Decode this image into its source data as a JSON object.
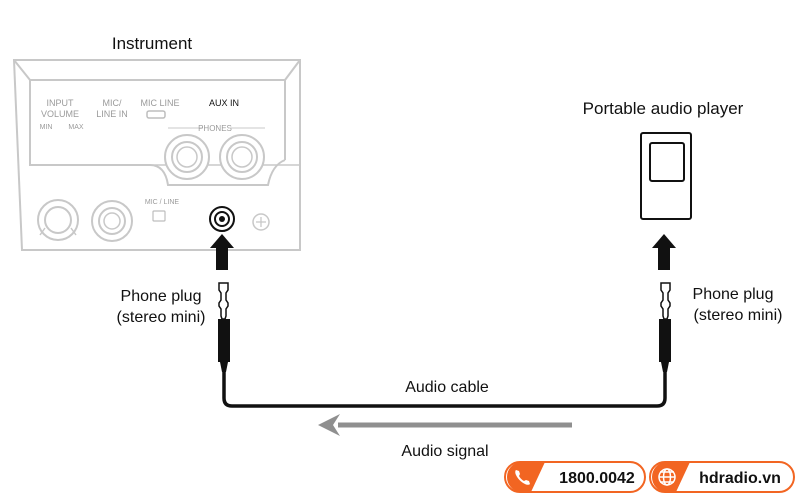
{
  "labels": {
    "instrument": "Instrument",
    "player": "Portable audio player",
    "plug_left": [
      "Phone plug",
      "(stereo mini)"
    ],
    "plug_right": [
      "Phone plug",
      "(stereo mini)"
    ],
    "cable": "Audio cable",
    "signal": "Audio signal"
  },
  "panel": {
    "input_volume": [
      "INPUT",
      "VOLUME"
    ],
    "min": "MIN",
    "max": "MAX",
    "mic_line_in": [
      "MIC/",
      "LINE IN"
    ],
    "mic_line_switch": "MIC LINE",
    "aux_in": "AUX IN",
    "phones": "PHONES",
    "mic_line_small": "MIC / LINE"
  },
  "badges": {
    "phone_number": "1800.0042",
    "website": "hdradio.vn"
  },
  "colors": {
    "brand_orange": "#f26522",
    "panel_line": "#c8c8c8",
    "signal_arrow": "#8f8f8f"
  }
}
